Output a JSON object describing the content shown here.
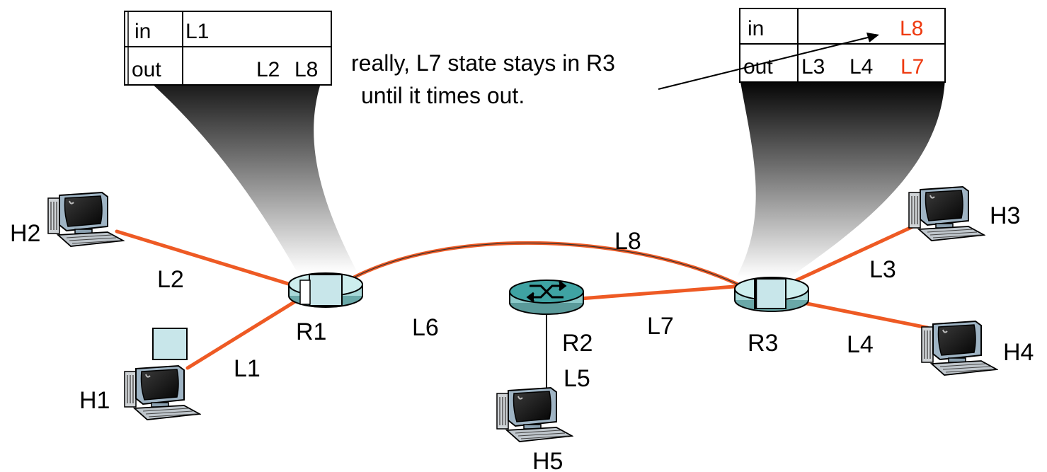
{
  "colors": {
    "link": "#ee5a24",
    "router_fill": "#a8d8d8",
    "router_top": "#cdeeee",
    "highlight_text": "#ee3a10",
    "packet": "#c8e6ea"
  },
  "hosts": {
    "h1": "H1",
    "h2": "H2",
    "h3": "H3",
    "h4": "H4",
    "h5": "H5"
  },
  "routers": {
    "r1": "R1",
    "r2": "R2",
    "r3": "R3"
  },
  "links": {
    "l1": "L1",
    "l2": "L2",
    "l3": "L3",
    "l4": "L4",
    "l5": "L5",
    "l6": "L6",
    "l7": "L7",
    "l8": "L8"
  },
  "r1_table": {
    "in_label": "in",
    "in_value": "L1",
    "out_label": "out",
    "out_value1": "L2",
    "out_value2": "L8"
  },
  "r3_table": {
    "in_label": "in",
    "in_value": "L8",
    "out_label": "out",
    "out_value1": "L3",
    "out_value2": "L4",
    "out_value3": "L7"
  },
  "note": {
    "line1": "really, L7 state stays in R3",
    "line2": "until it times out."
  },
  "icons": {
    "host": "computer-icon",
    "router": "router-icon",
    "packet": "packet-icon"
  }
}
